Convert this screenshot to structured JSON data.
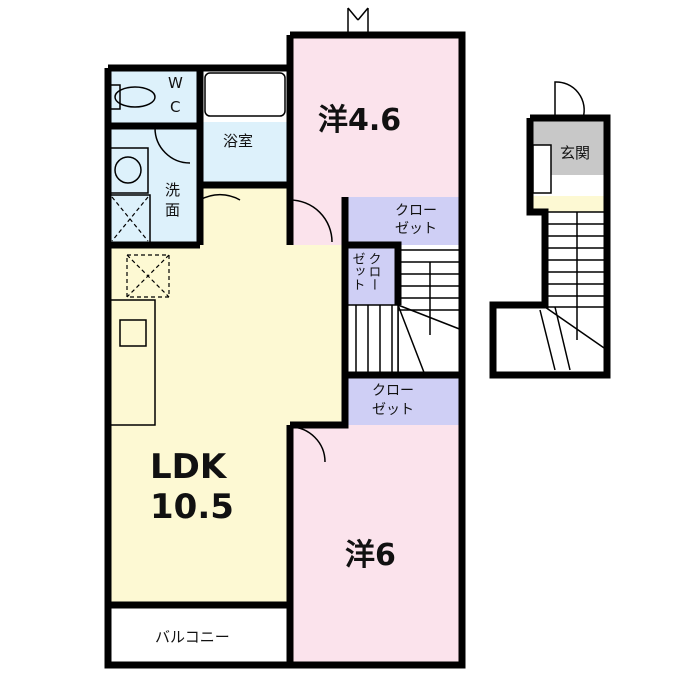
{
  "rooms": {
    "western_room_1": {
      "label": "洋4.6"
    },
    "western_room_2": {
      "label": "洋6"
    },
    "ldk": {
      "label_line1": "LDK",
      "label_line2": "10.5"
    },
    "bathroom": {
      "label": "浴室"
    },
    "wc": {
      "label_line1": "W",
      "label_line2": "C"
    },
    "washroom": {
      "label_line1": "洗",
      "label_line2": "面"
    },
    "closet_top": {
      "label_line1": "クロー",
      "label_line2": "ゼット"
    },
    "closet_vertical": {
      "label_col1": "クロー",
      "label_col2": "ゼット"
    },
    "closet_bottom": {
      "label_line1": "クロー",
      "label_line2": "ゼット"
    },
    "balcony": {
      "label": "バルコニー"
    },
    "entrance": {
      "label": "玄関"
    }
  },
  "colors": {
    "western": "#fbe3ec",
    "ldk": "#fdf9d3",
    "water": "#ddf1fb",
    "closet": "#cfcff5",
    "entrance": "#c8c8c8"
  }
}
